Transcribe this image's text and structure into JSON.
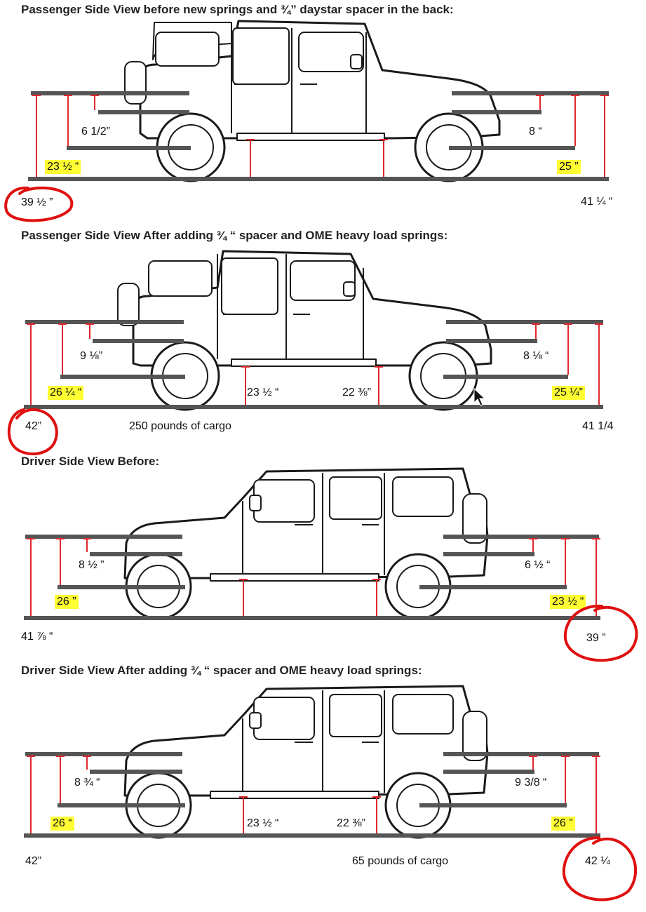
{
  "panels": [
    {
      "title": "Passenger Side View before new springs and ¾” daystar spacer in the back:",
      "front_inner": "6 1/2”",
      "front_mid": "23 ½ “",
      "front_outer": "39 ½ ”",
      "rear_inner": "8 “",
      "rear_mid": "25 ”",
      "rear_outer": "41 ¼ “",
      "rocker_front": "",
      "rocker_rear": "",
      "cargo": ""
    },
    {
      "title": "Passenger Side View After adding ¾ “ spacer and OME heavy load springs:",
      "front_inner": "9 ⅛”",
      "front_mid": "26 ¼ “",
      "front_outer": "42”",
      "rear_inner": "8 ⅛ “",
      "rear_mid": "25 ¼”",
      "rear_outer": "41 1/4",
      "rocker_front": "23 ½ “",
      "rocker_rear": "22 ⅜”",
      "cargo": "250 pounds of cargo"
    },
    {
      "title": "Driver Side View Before:",
      "front_inner": "8 ½ ”",
      "front_mid": "26 ”",
      "front_outer": "41 ⅞ “",
      "rear_inner": "6 ½ “",
      "rear_mid": "23 ½ “",
      "rear_outer": "39 ”",
      "rocker_front": "",
      "rocker_rear": "",
      "cargo": ""
    },
    {
      "title": "Driver Side View After adding ¾ “ spacer and OME heavy load springs:",
      "front_inner": "8 ¾ “",
      "front_mid": "26 “",
      "front_outer": "42”",
      "rear_inner": "9 3/8 “",
      "rear_mid": "26 ”",
      "rear_outer": "42 ¼",
      "rocker_front": "23 ½ “",
      "rocker_rear": "22 ⅜”",
      "cargo": "65 pounds of cargo"
    }
  ],
  "colors": {
    "highlight": "#ffff33",
    "measure": "#e0282e",
    "circle": "#e01010",
    "bar": "#555555"
  },
  "icons": [
    "jeep-outline-icon",
    "mouse-cursor-icon"
  ]
}
